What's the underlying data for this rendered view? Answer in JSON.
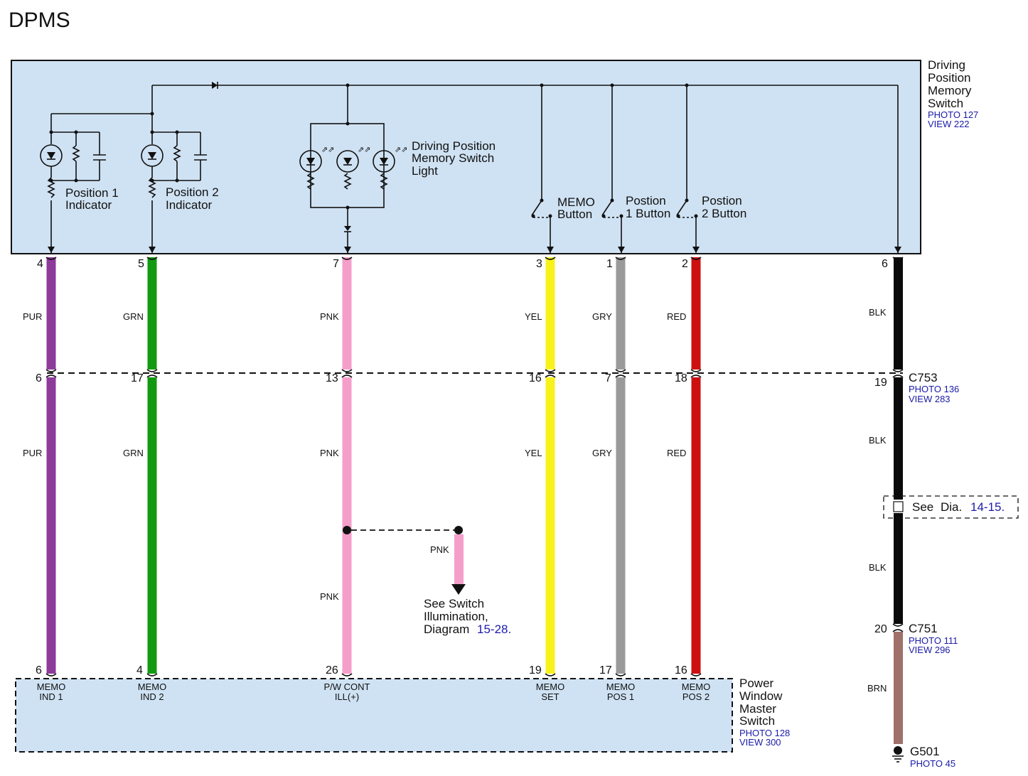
{
  "title": "DPMS",
  "dpms_switch": {
    "name_lines": [
      "Driving",
      "Position",
      "Memory",
      "Switch"
    ],
    "photo": "PHOTO 127",
    "view": "VIEW 222",
    "pos1_indicator": [
      "Position 1",
      "Indicator"
    ],
    "pos2_indicator": [
      "Position 2",
      "Indicator"
    ],
    "light_label": [
      "Driving Position",
      "Memory Switch",
      "Light"
    ],
    "memo_button": [
      "MEMO",
      "Button"
    ],
    "pos1_button": [
      "Postion",
      "1 Button"
    ],
    "pos2_button": [
      "Postion",
      "2 Button"
    ]
  },
  "wires": [
    {
      "color_hex": "#8e3a9b",
      "top_pin": "4",
      "mid_pin_top": "6",
      "mid_pin_bottom": "6",
      "bottom_pin": "6",
      "color_code_top": "PUR",
      "color_code_bottom": "PUR",
      "terminal": [
        "MEMO",
        "IND 1"
      ]
    },
    {
      "color_hex": "#119a11",
      "top_pin": "5",
      "mid_pin_top": "17",
      "mid_pin_bottom": "17",
      "bottom_pin": "4",
      "color_code_top": "GRN",
      "color_code_bottom": "GRN",
      "terminal": [
        "MEMO",
        "IND 2"
      ]
    },
    {
      "color_hex": "#f59ecb",
      "top_pin": "7",
      "mid_pin_top": "13",
      "mid_pin_bottom": "13",
      "bottom_pin": "26",
      "color_code_top": "PNK",
      "color_code_bottom": "PNK",
      "color_code_lower": "PNK",
      "terminal": [
        "P/W CONT",
        "ILL(+)"
      ]
    },
    {
      "color_hex": "#f7f21c",
      "top_pin": "3",
      "mid_pin_top": "16",
      "mid_pin_bottom": "16",
      "bottom_pin": "19",
      "color_code_top": "YEL",
      "color_code_bottom": "YEL",
      "terminal": [
        "MEMO",
        "SET"
      ]
    },
    {
      "color_hex": "#9a9a9a",
      "top_pin": "1",
      "mid_pin_top": "7",
      "mid_pin_bottom": "7",
      "bottom_pin": "17",
      "color_code_top": "GRY",
      "color_code_bottom": "GRY",
      "terminal": [
        "MEMO",
        "POS 1"
      ]
    },
    {
      "color_hex": "#cc0f0f",
      "top_pin": "2",
      "mid_pin_top": "18",
      "mid_pin_bottom": "18",
      "bottom_pin": "16",
      "color_code_top": "RED",
      "color_code_bottom": "RED",
      "terminal": [
        "MEMO",
        "POS 2"
      ]
    }
  ],
  "ground_wire": {
    "top_pin": "6",
    "c753_pin": "19",
    "c751_pin": "20",
    "codes": [
      "BLK",
      "BLK",
      "BLK"
    ],
    "brn_code": "BRN",
    "see": "See",
    "dia": "Dia.",
    "dia_ref": "14-15.",
    "black_hex": "#0a0a0a",
    "brown_hex": "#a0706a"
  },
  "connectors": {
    "c753": {
      "name": "C753",
      "photo": "PHOTO 136",
      "view": "VIEW 283"
    },
    "c751": {
      "name": "C751",
      "photo": "PHOTO 111",
      "view": "VIEW 296"
    },
    "g501": {
      "name": "G501",
      "photo": "PHOTO 45"
    }
  },
  "branch": {
    "code": "PNK",
    "note_lines": [
      "See Switch",
      "Illumination,",
      "Diagram"
    ],
    "note_ref": "15-28."
  },
  "pw_master": {
    "name_lines": [
      "Power",
      "Window",
      "Master",
      "Switch"
    ],
    "photo": "PHOTO 128",
    "view": "VIEW 300"
  },
  "colors": {
    "box_fill": "#cfe2f3"
  }
}
